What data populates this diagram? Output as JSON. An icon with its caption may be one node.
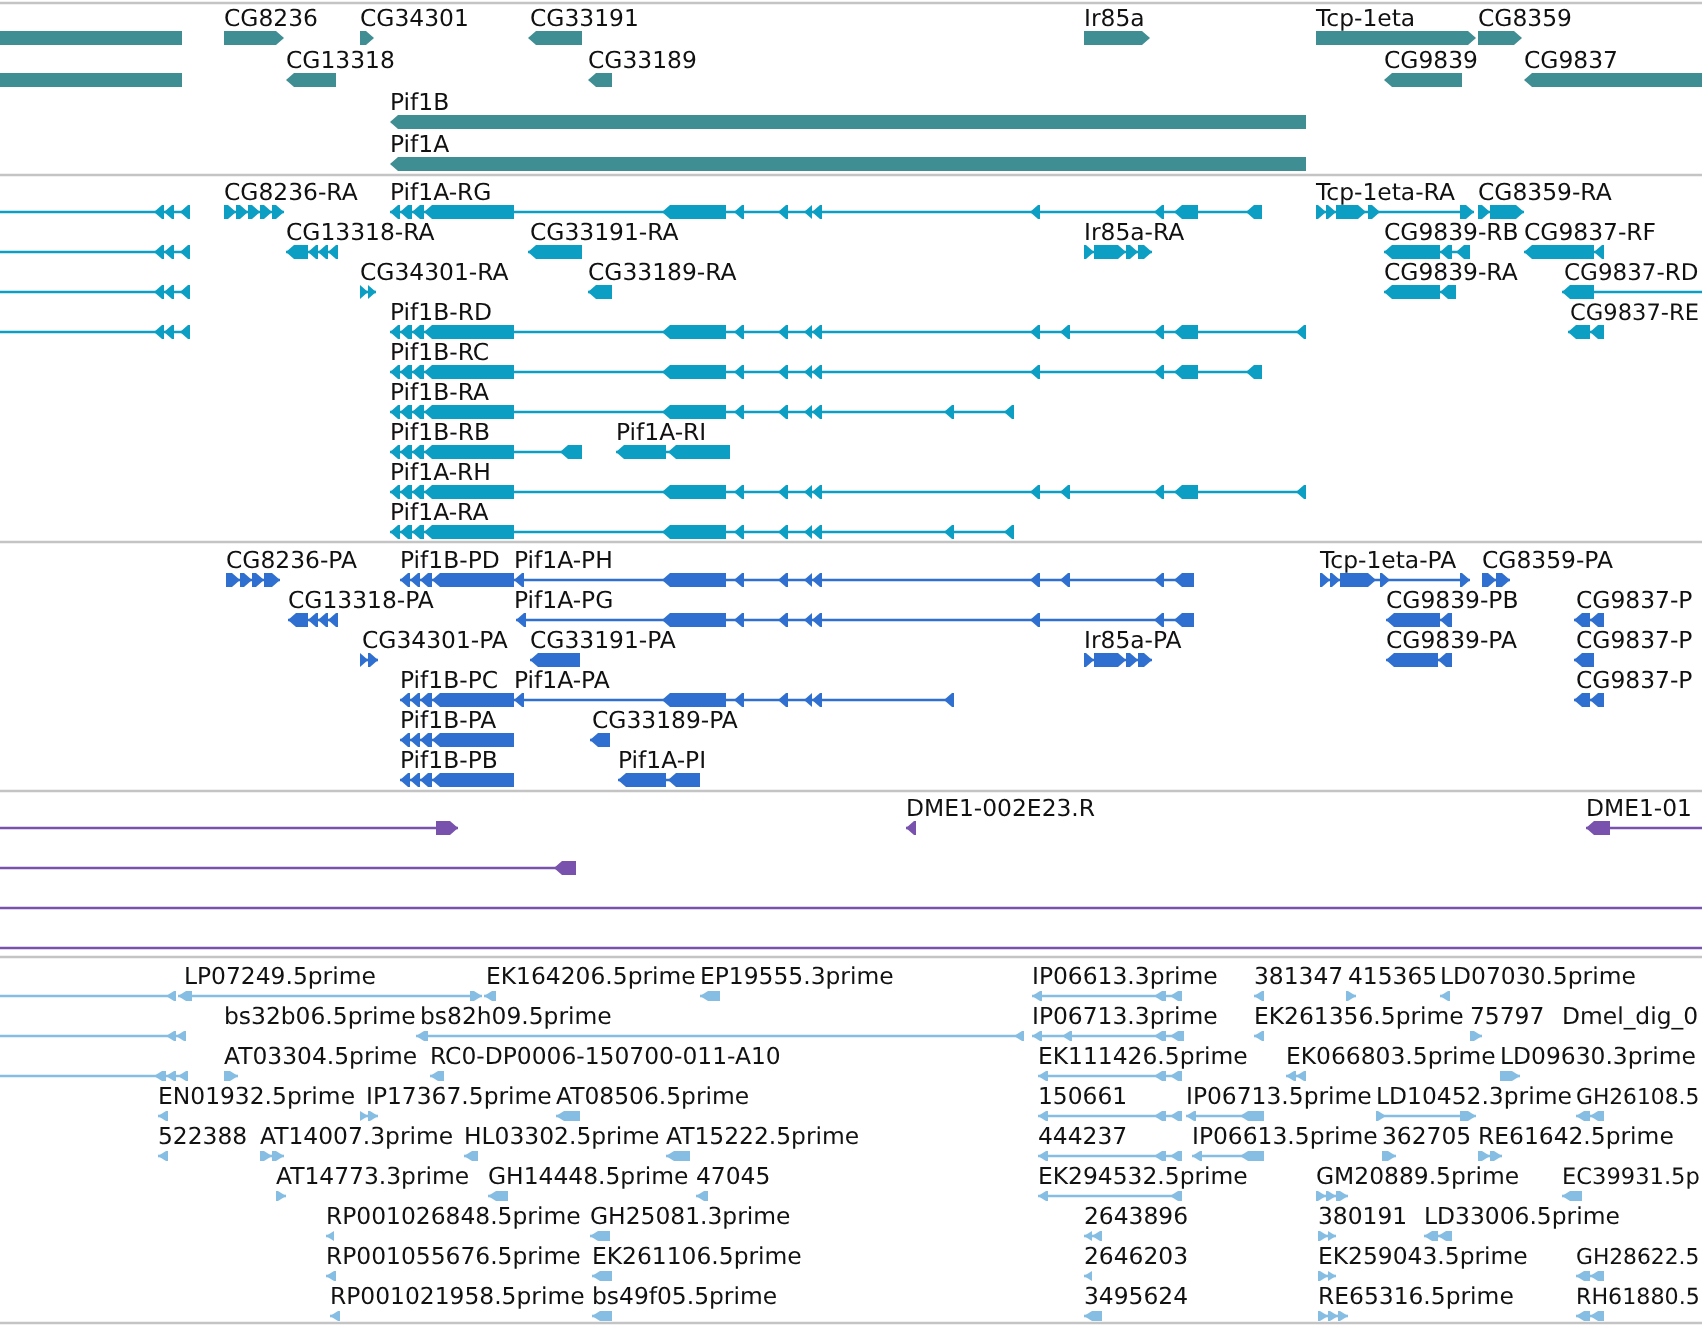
{
  "diagram": {
    "labels": [
      "CG8236",
      "CG34301",
      "CG33191",
      "Ir85a",
      "Tcp-1eta",
      "CG8359",
      "CG13318",
      "CG33189",
      "CG9839",
      "CG9837",
      "Pif1B",
      "Pif1A",
      "CG8236-RA",
      "Pif1A-RG",
      "Tcp-1eta-RA",
      "CG8359-RA",
      "CG13318-RA",
      "CG33191-RA",
      "Ir85a-RA",
      "CG9839-RB",
      "CG9837-RF",
      "CG34301-RA",
      "CG33189-RA",
      "CG9839-RA",
      "CG9837-RD",
      "Pif1B-RD",
      "CG9837-RE",
      "Pif1B-RC",
      "Pif1B-RA",
      "Pif1B-RB",
      "Pif1A-RI",
      "Pif1A-RH",
      "Pif1A-RA",
      "CG8236-PA",
      "Pif1B-PD",
      "Pif1A-PH",
      "Tcp-1eta-PA",
      "CG8359-PA",
      "CG13318-PA",
      "Pif1A-PG",
      "CG9839-PB",
      "CG9837-P",
      "CG34301-PA",
      "CG33191-PA",
      "Ir85a-PA",
      "CG9839-PA",
      "CG9837-P",
      "Pif1B-PC",
      "Pif1A-PA",
      "CG9837-P",
      "Pif1B-PA",
      "CG33189-PA",
      "Pif1B-PB",
      "Pif1A-PI",
      "DME1-002E23.R",
      "DME1-01",
      "LP07249.5prime",
      "EK164206.5prime",
      "EP19555.3prime",
      "IP06613.3prime",
      "381347",
      "415365",
      "LD07030.5prime",
      "bs32b06.5prime",
      "bs82h09.5prime",
      "IP06713.3prime",
      "EK261356.5prime",
      "75797",
      "Dmel_dig_0",
      "AT03304.5prime",
      "RC0-DP0006-150700-011-A10",
      "EK111426.5prime",
      "EK066803.5prime",
      "LD09630.3prime",
      "EN01932.5prime",
      "IP17367.5prime",
      "AT08506.5prime",
      "150661",
      "IP06713.5prime",
      "LD10452.3prime",
      "GH26108.5",
      "522388",
      "AT14007.3prime",
      "HL03302.5prime",
      "AT15222.5prime",
      "444237",
      "IP06613.5prime",
      "362705",
      "RE61642.5prime",
      "AT14773.3prime",
      "GH14448.5prime",
      "47045",
      "EK294532.5prime",
      "GM20889.5prime",
      "EC39931.5p",
      "RP001026848.5prime",
      "GH25081.3prime",
      "2643896",
      "380191",
      "LD33006.5prime",
      "RP001055676.5prime",
      "EK261106.5prime",
      "2646203",
      "EK259043.5prime",
      "GH28622.5",
      "RP001021958.5prime",
      "bs49f05.5prime",
      "3495624",
      "RE65316.5prime",
      "RH61880.5"
    ]
  }
}
